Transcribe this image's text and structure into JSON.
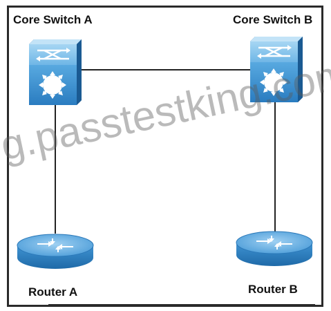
{
  "nodes": {
    "core_switch_a": {
      "label": "Core Switch A"
    },
    "core_switch_b": {
      "label": "Core Switch B"
    },
    "router_a": {
      "label": "Router A"
    },
    "router_b": {
      "label": "Router B"
    }
  },
  "links": [
    {
      "from": "core_switch_a",
      "to": "core_switch_b"
    },
    {
      "from": "core_switch_a",
      "to": "router_a"
    },
    {
      "from": "core_switch_b",
      "to": "router_b"
    }
  ],
  "watermark": {
    "text": "g.passtestking.com"
  },
  "colors": {
    "device_blue": "#2f86c8",
    "device_light": "#79bde8",
    "device_dark": "#1d5f99",
    "line": "#222222"
  }
}
